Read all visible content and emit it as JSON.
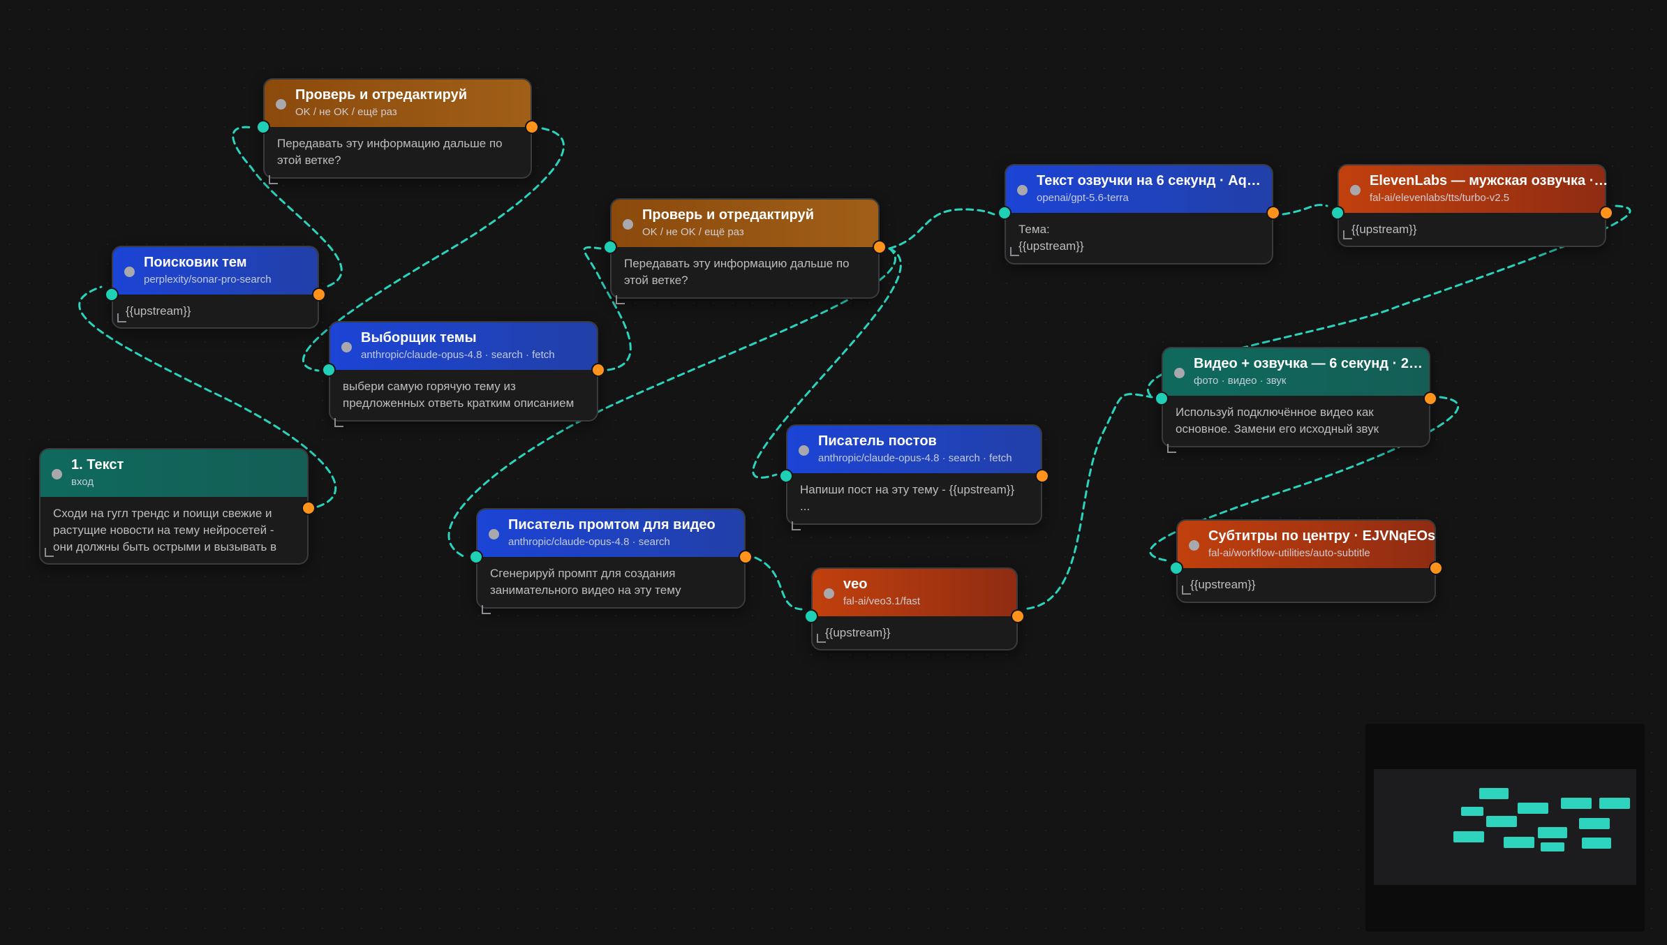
{
  "nodes": {
    "check1": {
      "title": "Проверь и отредактируй",
      "subtitle": "OK / не OK / ещё раз",
      "body": "Передавать эту информацию дальше по этой ветке?"
    },
    "search": {
      "title": "Поисковик тем",
      "subtitle": "perplexity/sonar-pro-search",
      "body": "{{upstream}}"
    },
    "picker": {
      "title": "Выборщик темы",
      "subtitle": "anthropic/claude-opus-4.8 · search · fetch",
      "body": "выбери самую горячую тему из предложенных ответь кратким описанием"
    },
    "text1": {
      "title": "1. Текст",
      "subtitle": "вход",
      "body": "Сходи на гугл трендс и поищи свежие и растущие новости на тему нейросетей - они должны быть острыми и вызывать в"
    },
    "check2": {
      "title": "Проверь и отредактируй",
      "subtitle": "OK / не OK / ещё раз",
      "body": "Передавать эту информацию дальше по этой ветке?"
    },
    "prompt": {
      "title": "Писатель промтом для видео",
      "subtitle": "anthropic/claude-opus-4.8 · search",
      "body": "Сгенерируй промпт для создания занимательного видео на эту тему"
    },
    "voicetxt": {
      "title": "Текст озвучки на 6 секунд · Aq…",
      "subtitle": "openai/gpt-5.6-terra",
      "body": "Тема:\n{{upstream}}"
    },
    "eleven": {
      "title": "ElevenLabs — мужская озвучка ·…",
      "subtitle": "fal-ai/elevenlabs/tts/turbo-v2.5",
      "body": "{{upstream}}"
    },
    "video": {
      "title": "Видео + озвучка — 6 секунд · 2…",
      "subtitle": "фото · видео · звук",
      "body": "Используй подключённое видео как основное. Замени его исходный звук"
    },
    "writer": {
      "title": "Писатель постов",
      "subtitle": "anthropic/claude-opus-4.8 · search · fetch",
      "body": "Напиши пост на эту тему -  {{upstream}}\n..."
    },
    "veo": {
      "title": "veo",
      "subtitle": "fal-ai/veo3.1/fast",
      "body": "{{upstream}}"
    },
    "subs": {
      "title": "Субтитры по центру · EJVNqEOs",
      "subtitle": "fal-ai/workflow-utilities/auto-subtitle",
      "body": "{{upstream}}"
    }
  },
  "colors": {
    "edge": "#2ad4bd",
    "port_in": "#1fd0b7",
    "port_out": "#ff931c",
    "header_orange": "#a05f18",
    "header_blue": "#1c44d6",
    "header_teal": "#0f6a5d",
    "header_red": "#c1400d"
  }
}
